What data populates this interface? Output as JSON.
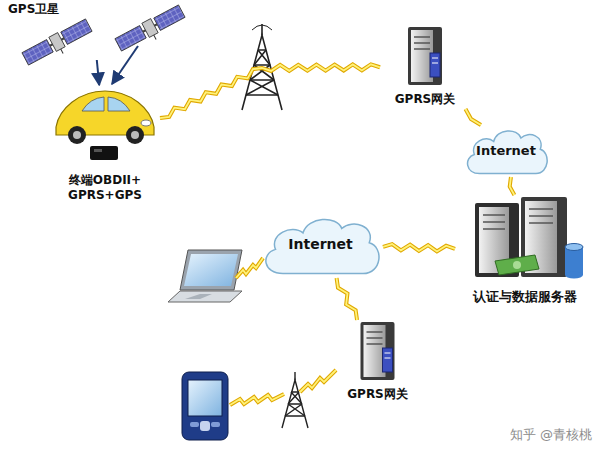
{
  "diagram": {
    "nodes": [
      {
        "text": [
          "GPS卫星"
        ]
      },
      {
        "text": [
          "终端OBDII+ GPRS+GPS"
        ]
      },
      {
        "text": [
          "GPRS网关"
        ]
      },
      {
        "text": [
          "Internet"
        ]
      },
      {
        "text": [
          "认证与数据服务器"
        ]
      },
      {
        "text": [
          "Internet"
        ]
      },
      {
        "text": [
          "GPRS网关"
        ]
      }
    ],
    "edges": [
      {
        "from": 0,
        "to": 1,
        "arrow": "to"
      },
      {
        "from": 1,
        "to": 2,
        "arrow": "none"
      },
      {
        "from": 2,
        "to": 3,
        "arrow": "none"
      },
      {
        "from": 3,
        "to": 4,
        "arrow": "none"
      },
      {
        "from": 4,
        "to": 5,
        "arrow": "none"
      },
      {
        "from": 5,
        "to": 6,
        "arrow": "none"
      }
    ],
    "labels": [
      "知乎 @青核桃"
    ]
  }
}
